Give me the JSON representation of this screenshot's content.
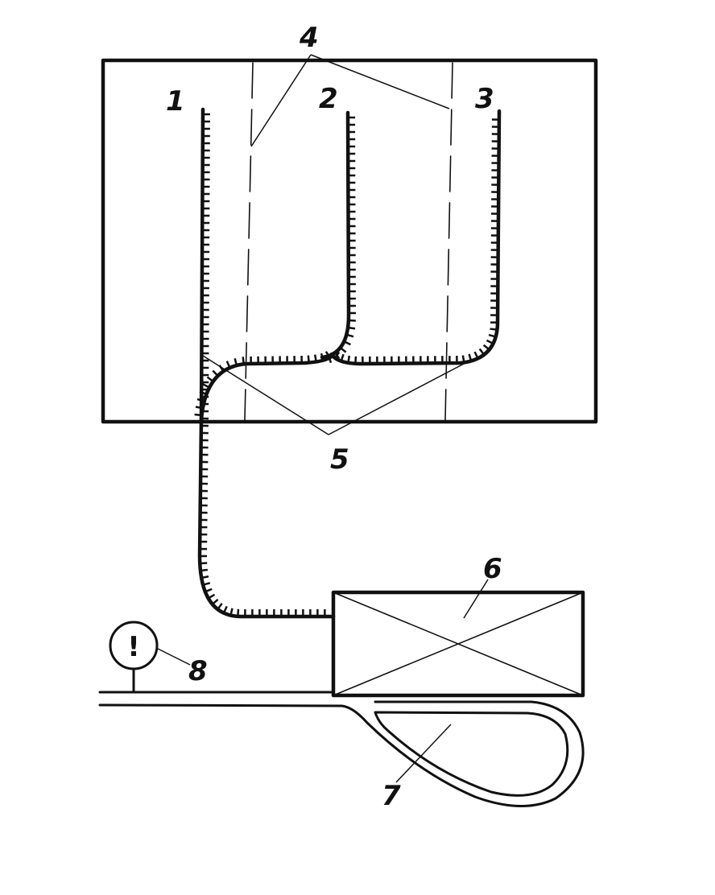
{
  "diagram": {
    "labels": {
      "l1": "1",
      "l2": "2",
      "l3": "3",
      "l4": "4",
      "l5": "5",
      "l6": "6",
      "l7": "7",
      "l8": "8"
    },
    "sign_symbol": "!",
    "colors": {
      "ink": "#111111",
      "background": "#ffffff"
    }
  }
}
